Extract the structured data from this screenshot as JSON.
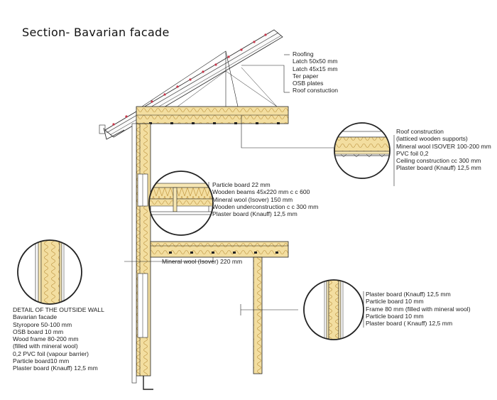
{
  "title": "Section- Bavarian facade",
  "roof_labels": [
    "Roofing",
    "Latch  50x50 mm",
    "Latch 45x15 mm",
    "Ter paper",
    "OSB plates",
    "Roof constuction"
  ],
  "ceiling_detail_labels": [
    "Roof construction",
    "(latticed wooden supports)",
    "Mineral wool ISOVER 100-200 mm",
    "PVC foil  0,2",
    "Ceiling construction  cc 300 mm",
    "Plaster board (Knauff) 12,5 mm"
  ],
  "floor_detail_labels": [
    "Particle board 22 mm",
    "Wooden beams 45x220 mm c c 600",
    "Mineral wool (Isover) 150 mm",
    "Wooden underconstruction c c 300 mm",
    "Plaster board (Knauff) 12,5 mm"
  ],
  "floor_mineral_label": "Mineral wool (Isover) 220 mm",
  "outside_wall_labels": [
    "DETAIL OF THE OUTSIDE WALL",
    "Bavarian facade",
    "Styropore 50-100 mm",
    "OSB board 10 mm",
    "Wood frame 80-200 mm",
    "(filled with mineral wool)",
    "0,2 PVC foil (vapour barrier)",
    "Particle board10 mm",
    "Plaster board (Knauff) 12,5 mm"
  ],
  "partition_labels": [
    "Plaster board (Knauff) 12,5 mm",
    "Particle board 10 mm",
    "Frame 80 mm (filled with mineral wool)",
    "Particle board   10 mm",
    "Plaster board ( Knauff) 12,5 mm"
  ],
  "colors": {
    "insulation": "#f3dea0",
    "insulation_dark": "#e0bf6e",
    "wood": "#f7e7b4",
    "line": "#222222",
    "roof_tile": "#c8364a"
  }
}
